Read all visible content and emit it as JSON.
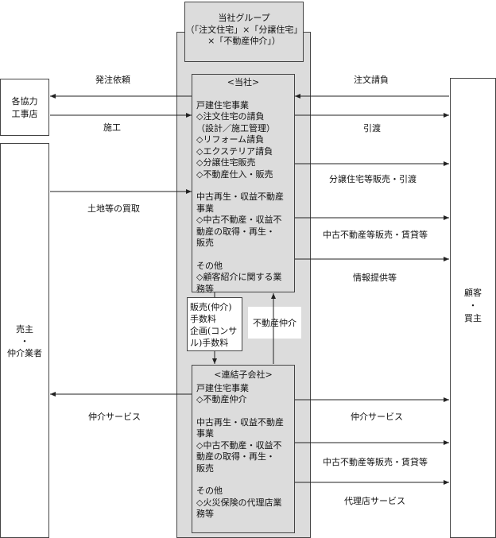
{
  "group": {
    "lines": [
      "当社グループ",
      "（「注文住宅」×「分譲住宅」",
      "×「不動産仲介」）"
    ]
  },
  "company": {
    "title": "<当社>",
    "segments": [
      {
        "head": "戸建住宅事業",
        "items": [
          "◇注文住宅の請負",
          "（設計／施工管理）",
          "◇リフォーム請負",
          "◇エクステリア請負",
          "◇分譲住宅販売",
          "◇不動産仕入・販売"
        ]
      },
      {
        "head": "中古再生・収益不動産\n事業",
        "items": [
          "◇中古不動産・収益不\n動産の取得・再生・\n販売"
        ]
      },
      {
        "head": "その他",
        "items": [
          "◇顧客紹介に関する業\n務等"
        ]
      }
    ]
  },
  "subsidiary": {
    "title": "<連結子会社>",
    "segments": [
      {
        "head": "戸建住宅事業",
        "items": [
          "◇不動産仲介"
        ]
      },
      {
        "head": "中古再生・収益不動産\n事業",
        "items": [
          "◇中古不動産・収益不\n動産の取得・再生・\n販売"
        ]
      },
      {
        "head": "その他",
        "items": [
          "◇火災保険の代理店業\n務等"
        ]
      }
    ]
  },
  "contractors": {
    "text": "各協力\n工事店"
  },
  "sellers": {
    "text": "売主\n・\n仲介業者"
  },
  "customers": {
    "text": "顧客\n・\n買主"
  },
  "middle": {
    "fee_box": "販売(仲介)\n手数料\n企画(コンサ\nル)手数料",
    "brokerage_box": "不動産仲介"
  },
  "flows": {
    "order_request": "発注依頼",
    "construction": "施工",
    "land_purchase": "土地等の買取",
    "brokerage_service_left": "仲介サービス",
    "order_contract": "注文請負",
    "delivery": "引渡",
    "sale_delivery": "分譲住宅等販売・引渡",
    "used_sale_lease_1": "中古不動産等販売・賃貸等",
    "info_provision": "情報提供等",
    "brokerage_service_right": "仲介サービス",
    "used_sale_lease_2": "中古不動産等販売・賃貸等",
    "agency_service": "代理店サービス"
  }
}
